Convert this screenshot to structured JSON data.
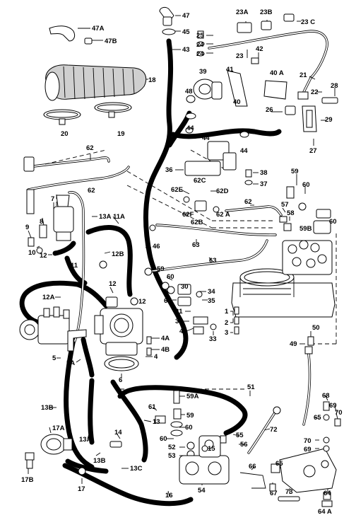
{
  "labels": [
    {
      "id": "p47",
      "text": "47"
    },
    {
      "id": "p45",
      "text": "45"
    },
    {
      "id": "p43",
      "text": "43"
    },
    {
      "id": "p23a",
      "text": "23A"
    },
    {
      "id": "p23b",
      "text": "23B"
    },
    {
      "id": "p23c",
      "text": "23 C"
    },
    {
      "id": "p25",
      "text": "25"
    },
    {
      "id": "p24a",
      "text": "24"
    },
    {
      "id": "p24b",
      "text": "24"
    },
    {
      "id": "p23",
      "text": "23"
    },
    {
      "id": "p42",
      "text": "42"
    },
    {
      "id": "p47a",
      "text": "47A"
    },
    {
      "id": "p47b",
      "text": "47B"
    },
    {
      "id": "p18",
      "text": "18"
    },
    {
      "id": "p39",
      "text": "39"
    },
    {
      "id": "p41",
      "text": "41"
    },
    {
      "id": "p40a",
      "text": "40 A"
    },
    {
      "id": "p21",
      "text": "21"
    },
    {
      "id": "p22",
      "text": "22"
    },
    {
      "id": "p28",
      "text": "28"
    },
    {
      "id": "p48",
      "text": "48"
    },
    {
      "id": "p40",
      "text": "40"
    },
    {
      "id": "p26",
      "text": "26"
    },
    {
      "id": "p29",
      "text": "29"
    },
    {
      "id": "p44a",
      "text": "44"
    },
    {
      "id": "p20",
      "text": "20"
    },
    {
      "id": "p19",
      "text": "19"
    },
    {
      "id": "p44b",
      "text": "44"
    },
    {
      "id": "p44c",
      "text": "44"
    },
    {
      "id": "p27",
      "text": "27"
    },
    {
      "id": "p62a",
      "text": "62"
    },
    {
      "id": "p36",
      "text": "36"
    },
    {
      "id": "p38",
      "text": "38"
    },
    {
      "id": "p37",
      "text": "37"
    },
    {
      "id": "p59a",
      "text": "59"
    },
    {
      "id": "p62c",
      "text": "62C"
    },
    {
      "id": "p62e",
      "text": "62E"
    },
    {
      "id": "p62d",
      "text": "62D"
    },
    {
      "id": "p60a",
      "text": "60"
    },
    {
      "id": "p62b",
      "text": "62"
    },
    {
      "id": "p7",
      "text": "7"
    },
    {
      "id": "p13a",
      "text": "13A"
    },
    {
      "id": "p11a",
      "text": "11A"
    },
    {
      "id": "p62f",
      "text": "62F"
    },
    {
      "id": "p62aa",
      "text": "62 A"
    },
    {
      "id": "p62c2",
      "text": "62"
    },
    {
      "id": "p57",
      "text": "57"
    },
    {
      "id": "p58",
      "text": "58"
    },
    {
      "id": "p8",
      "text": "8"
    },
    {
      "id": "p9",
      "text": "9"
    },
    {
      "id": "p62bb",
      "text": "62B"
    },
    {
      "id": "p60b",
      "text": "60"
    },
    {
      "id": "p59b",
      "text": "59B"
    },
    {
      "id": "p10",
      "text": "10"
    },
    {
      "id": "p12a",
      "text": "12"
    },
    {
      "id": "p12b",
      "text": "12B"
    },
    {
      "id": "p46",
      "text": "46"
    },
    {
      "id": "p63a",
      "text": "63"
    },
    {
      "id": "p11",
      "text": "11"
    },
    {
      "id": "p63b",
      "text": "63"
    },
    {
      "id": "p59c",
      "text": "59"
    },
    {
      "id": "p60c",
      "text": "60"
    },
    {
      "id": "p12c",
      "text": "12"
    },
    {
      "id": "p30",
      "text": "30"
    },
    {
      "id": "p34",
      "text": "34"
    },
    {
      "id": "p12aa",
      "text": "12A"
    },
    {
      "id": "p12d",
      "text": "12"
    },
    {
      "id": "p60d",
      "text": "60"
    },
    {
      "id": "p35",
      "text": "35"
    },
    {
      "id": "p31",
      "text": "31"
    },
    {
      "id": "p1",
      "text": "1"
    },
    {
      "id": "p2",
      "text": "2"
    },
    {
      "id": "p3",
      "text": "3"
    },
    {
      "id": "p32",
      "text": "32"
    },
    {
      "id": "p44d",
      "text": "44"
    },
    {
      "id": "p33",
      "text": "33"
    },
    {
      "id": "p4a",
      "text": "4A"
    },
    {
      "id": "p50",
      "text": "50"
    },
    {
      "id": "p4b",
      "text": "4B"
    },
    {
      "id": "p49",
      "text": "49"
    },
    {
      "id": "p4",
      "text": "4"
    },
    {
      "id": "p5",
      "text": "5"
    },
    {
      "id": "p5a",
      "text": "5A"
    },
    {
      "id": "p6",
      "text": "6"
    },
    {
      "id": "p51",
      "text": "51"
    },
    {
      "id": "p59aa",
      "text": "59A"
    },
    {
      "id": "p13b",
      "text": "13B"
    },
    {
      "id": "p61",
      "text": "61"
    },
    {
      "id": "p68",
      "text": "68"
    },
    {
      "id": "p69a",
      "text": "69"
    },
    {
      "id": "p59d",
      "text": "59"
    },
    {
      "id": "p65a",
      "text": "65"
    },
    {
      "id": "p70a",
      "text": "70"
    },
    {
      "id": "p13",
      "text": "13"
    },
    {
      "id": "p60e",
      "text": "60"
    },
    {
      "id": "p72",
      "text": "72"
    },
    {
      "id": "p17a",
      "text": "17A"
    },
    {
      "id": "p14",
      "text": "14"
    },
    {
      "id": "p60f",
      "text": "60"
    },
    {
      "id": "p55",
      "text": "55"
    },
    {
      "id": "p13aa",
      "text": "13A"
    },
    {
      "id": "p52",
      "text": "52"
    },
    {
      "id": "p15",
      "text": "15"
    },
    {
      "id": "p56",
      "text": "56"
    },
    {
      "id": "p70b",
      "text": "70"
    },
    {
      "id": "p53",
      "text": "53"
    },
    {
      "id": "p69b",
      "text": "69"
    },
    {
      "id": "p13bb",
      "text": "13B"
    },
    {
      "id": "p66",
      "text": "66"
    },
    {
      "id": "p17b",
      "text": "17B"
    },
    {
      "id": "p13c",
      "text": "13C"
    },
    {
      "id": "p65b",
      "text": "65"
    },
    {
      "id": "p17",
      "text": "17"
    },
    {
      "id": "p54",
      "text": "54"
    },
    {
      "id": "p67",
      "text": "67"
    },
    {
      "id": "p73",
      "text": "73"
    },
    {
      "id": "p16",
      "text": "16"
    },
    {
      "id": "p64",
      "text": "64"
    },
    {
      "id": "p64a",
      "text": "64 A"
    }
  ]
}
